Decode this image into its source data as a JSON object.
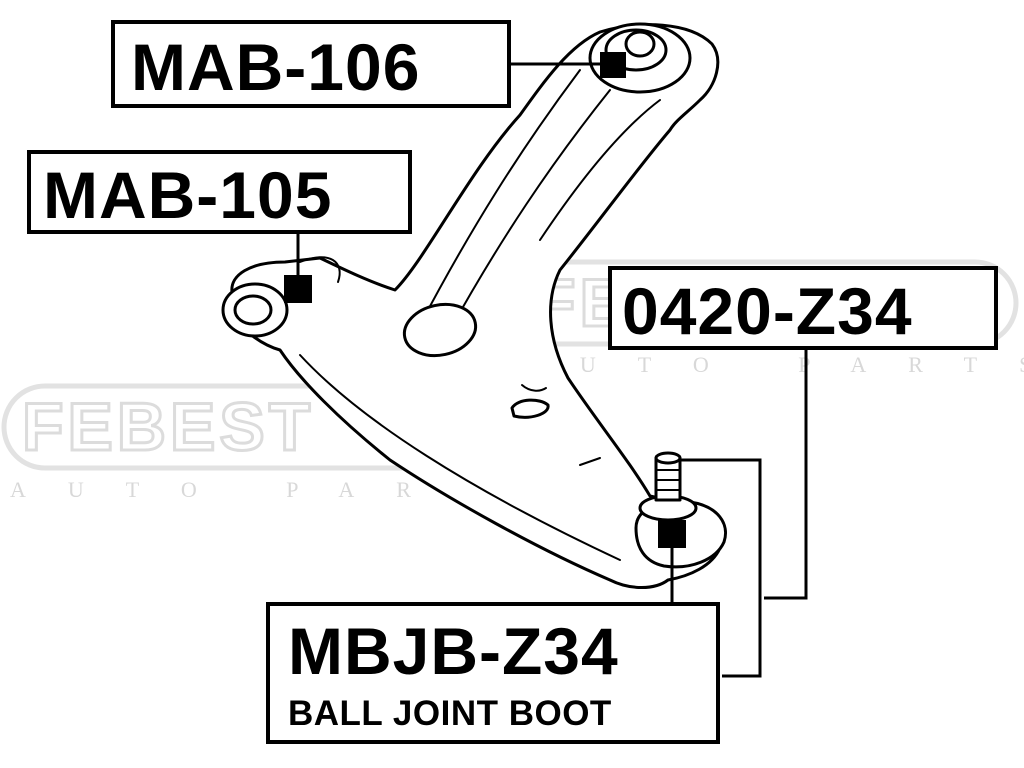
{
  "watermark": {
    "brand": "FEBEST",
    "tagline": "AUTO PARTS"
  },
  "callouts": {
    "mab106": "MAB-106",
    "mab105": "MAB-105",
    "z0420": "0420-Z34",
    "mbjb": "MBJB-Z34",
    "mbjb_desc": "BALL JOINT BOOT"
  },
  "colors": {
    "ink": "#000000",
    "watermark": "#e6e6e6",
    "background": "#ffffff"
  }
}
